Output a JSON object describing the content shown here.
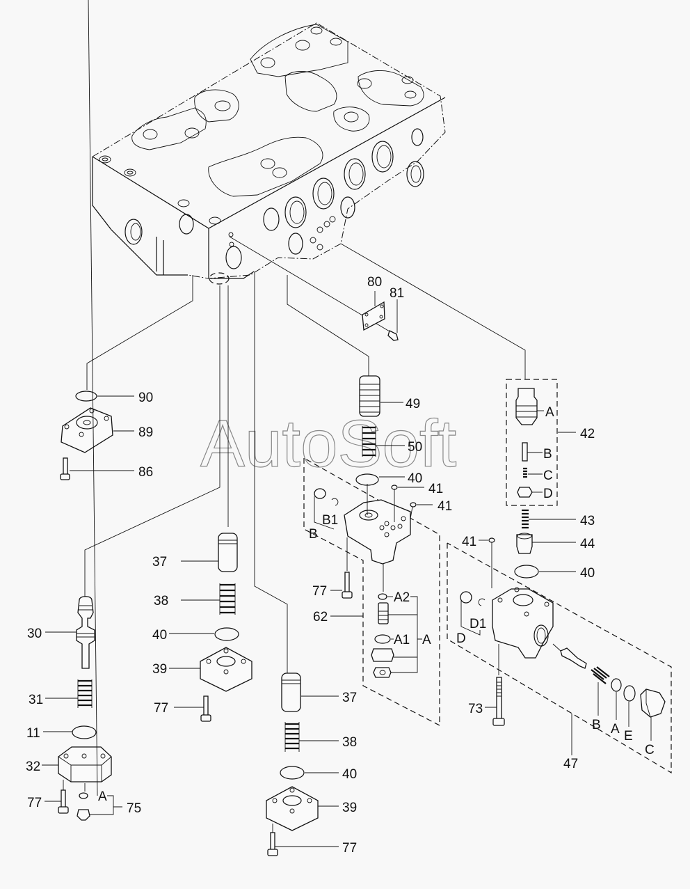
{
  "watermark": "AutoSoft",
  "labels": {
    "p80": "80",
    "p81": "81",
    "p90": "90",
    "p89": "89",
    "p86": "86",
    "p49": "49",
    "p50": "50",
    "p40a": "40",
    "p41a": "41",
    "p41b": "41",
    "p42": "42",
    "p42A": "A",
    "p42B": "B",
    "p42C": "C",
    "p42D": "D",
    "p43": "43",
    "p44": "44",
    "p41c": "41",
    "p40b": "40",
    "p62B": "B",
    "p62B1": "B1",
    "p77a": "77",
    "p62": "62",
    "p62A2": "A2",
    "p62A1": "A1",
    "p62A": "A",
    "p37a": "37",
    "p38a": "38",
    "p40c": "40",
    "p39a": "39",
    "p77b": "77",
    "p30": "30",
    "p31": "31",
    "p11": "11",
    "p32": "32",
    "p77c": "77",
    "p75A": "A",
    "p75": "75",
    "p37b": "37",
    "p38b": "38",
    "p40d": "40",
    "p39b": "39",
    "p77d": "77",
    "p47D": "D",
    "p47D1": "D1",
    "p73": "73",
    "p47B": "B",
    "p47A": "A",
    "p47E": "E",
    "p47C": "C",
    "p47": "47"
  }
}
